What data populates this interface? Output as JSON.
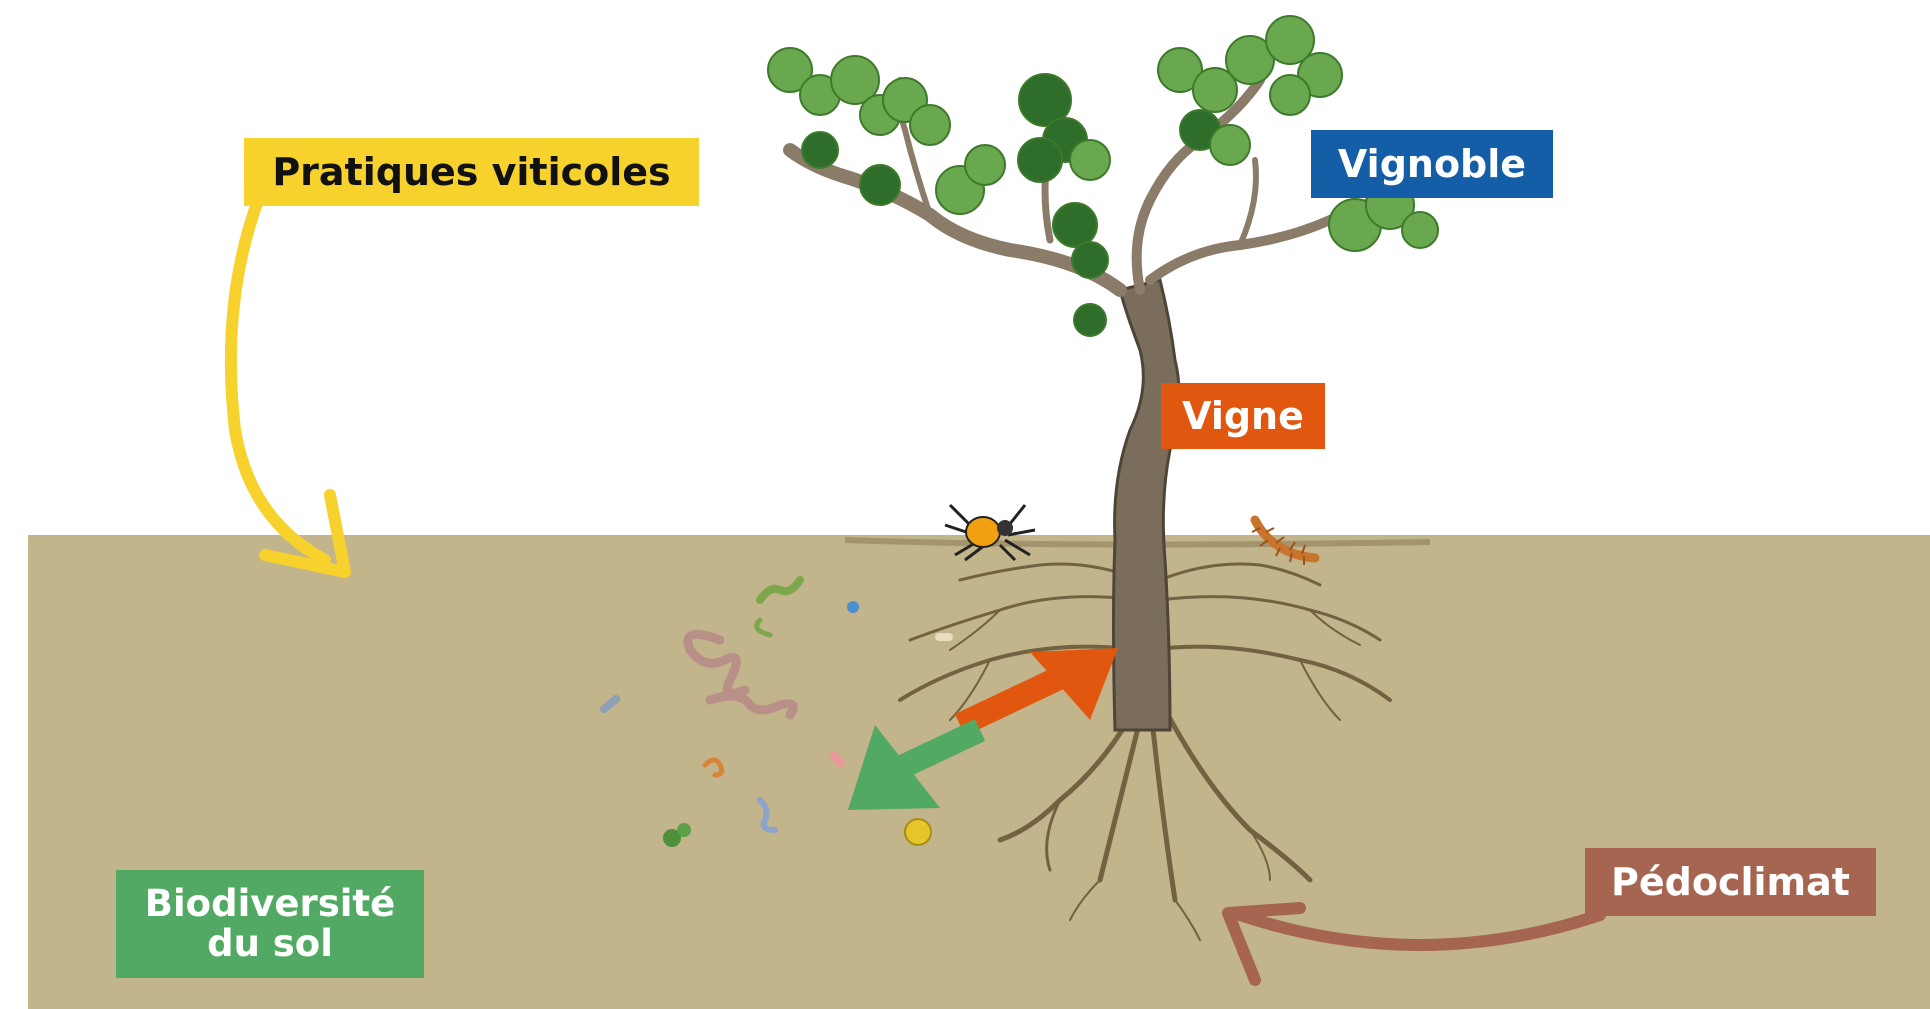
{
  "labels": {
    "pratiques": "Pratiques viticoles",
    "vignoble": "Vignoble",
    "vigne": "Vigne",
    "pedoclimat": "Pédoclimat",
    "biodiversite_line1": "Biodiversité",
    "biodiversite_line2": "du sol"
  },
  "colors": {
    "soil": "#c2b48b",
    "pratiques": "#f7d12c",
    "vignoble": "#135ea7",
    "vigne": "#e2570f",
    "pedoclimat": "#a56550",
    "biodiversite": "#52a964"
  },
  "icons": [
    "vine-plant-illustration",
    "roots-illustration",
    "spider-icon",
    "centipede-icon",
    "earthworm-icon",
    "nematode-icon",
    "bacteria-icon",
    "fungi-icon"
  ]
}
